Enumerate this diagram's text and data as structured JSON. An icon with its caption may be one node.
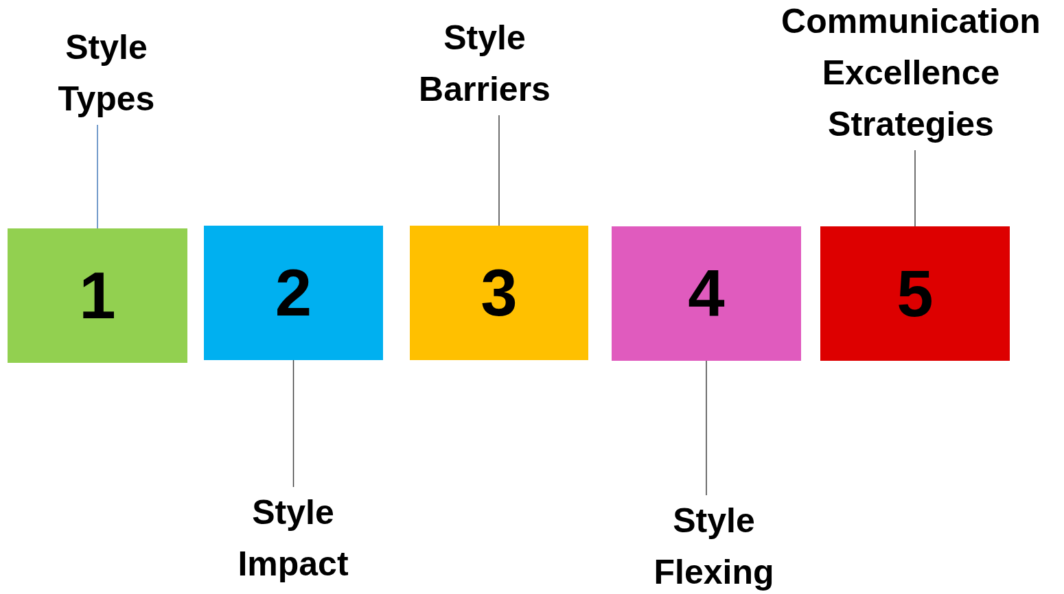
{
  "diagram": {
    "nodes": [
      {
        "text": [
          "Style Types"
        ]
      },
      {
        "text": [
          "1"
        ]
      },
      {
        "text": [
          "2"
        ]
      },
      {
        "text": [
          "Style Impact"
        ]
      },
      {
        "text": [
          "Style Barriers"
        ]
      },
      {
        "text": [
          "3"
        ]
      },
      {
        "text": [
          "4"
        ]
      },
      {
        "text": [
          "Style Flexing"
        ]
      },
      {
        "text": [
          "Communication Excellence Strategies"
        ]
      },
      {
        "text": [
          "5"
        ]
      }
    ],
    "edges": [
      {
        "from": 0,
        "to": 1,
        "arrow": "none",
        "color": "#4a7ebb"
      },
      {
        "from": 2,
        "to": 3,
        "arrow": "none"
      },
      {
        "from": 4,
        "to": 5,
        "arrow": "none"
      },
      {
        "from": 6,
        "to": 7,
        "arrow": "none"
      },
      {
        "from": 8,
        "to": 9,
        "arrow": "none"
      }
    ]
  }
}
